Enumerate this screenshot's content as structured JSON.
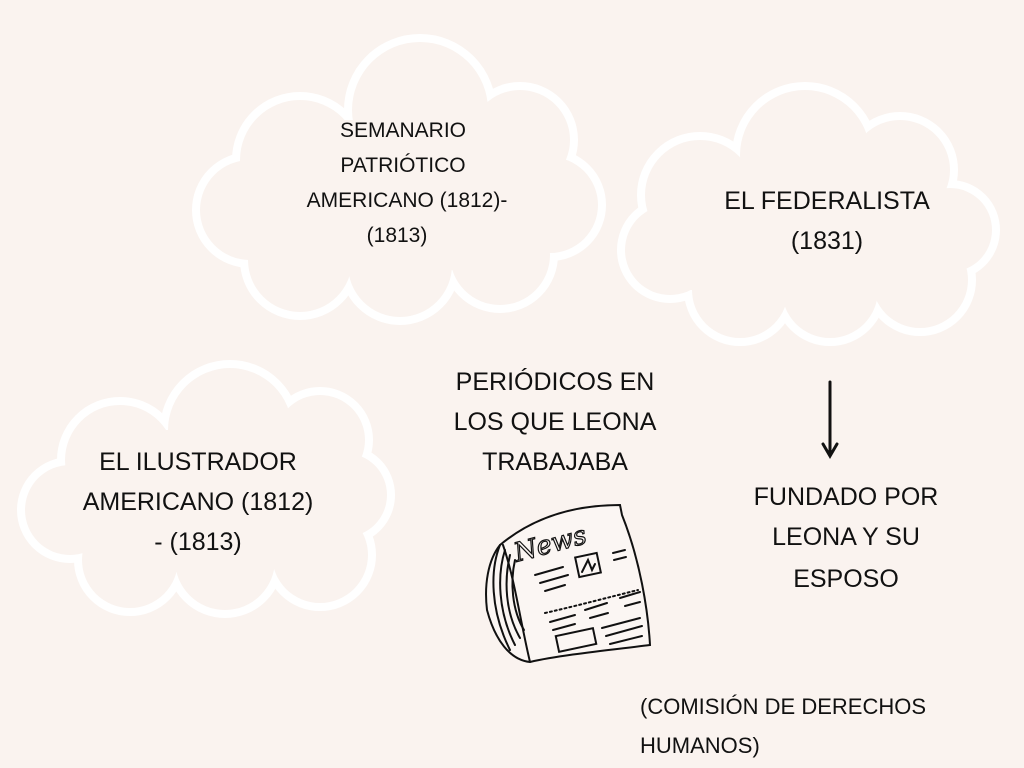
{
  "title": [
    "PERIÓDICOS EN",
    "LOS QUE LEONA",
    "TRABAJABA"
  ],
  "clouds": [
    {
      "lines": [
        "SEMANARIO",
        "PATRIÓTICO",
        "AMERICANO (1812)-",
        "(1813)"
      ]
    },
    {
      "lines": [
        "EL FEDERALISTA",
        "(1831)"
      ]
    },
    {
      "lines": [
        "EL ILUSTRADOR",
        "AMERICANO (1812)",
        "- (1813)"
      ]
    }
  ],
  "founded_note": [
    "FUNDADO POR",
    "LEONA Y SU",
    "ESPOSO"
  ],
  "source_note": [
    "(COMISIÓN  DE DERECHOS",
    "HUMANOS)"
  ],
  "newspaper_icon_text": "News",
  "colors": {
    "background": "#faf3ef",
    "cloud_outline": "#ffffff",
    "text": "#111111"
  }
}
